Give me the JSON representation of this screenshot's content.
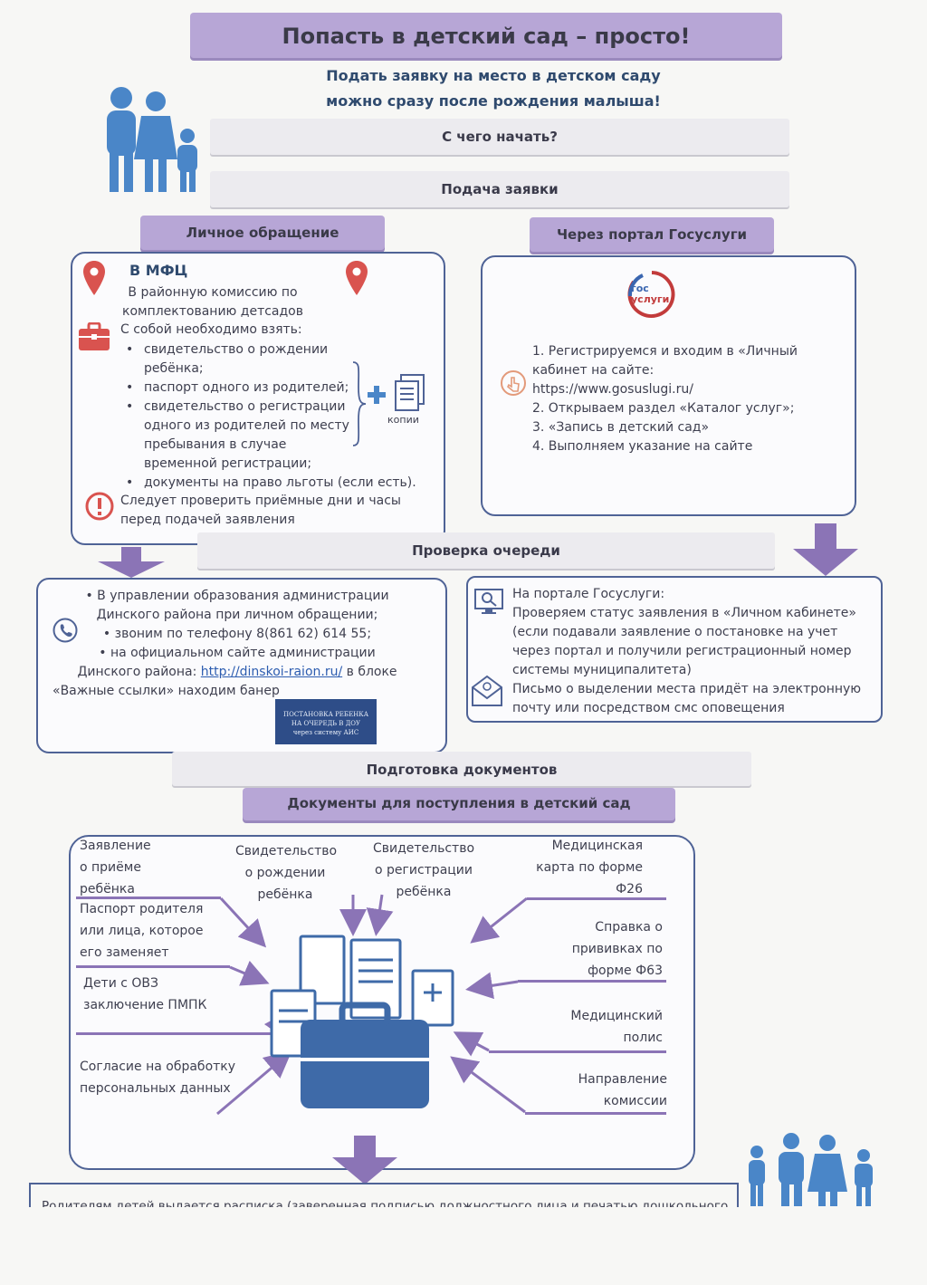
{
  "header": {
    "title": "Попасть в детский сад – просто!",
    "subtitle_line1": "Подать заявку на место в детском саду",
    "subtitle_line2": "можно сразу после рождения малыша!"
  },
  "steps": {
    "start": "С чего начать?",
    "submission": "Подача заявки",
    "queue_check": "Проверка очереди",
    "documents_prep": "Подготовка документов"
  },
  "personal": {
    "heading": "Личное обращение",
    "mfc": "В МФЦ",
    "commission": "В районную комиссию по комплектованию детсадов",
    "bring": "С собой необходимо взять:",
    "items": [
      "свидетельство о рождении ребёнка;",
      "паспорт одного из родителей;",
      "свидетельство о регистрации одного из родителей по месту пребывания в случае временной регистрации;",
      "документы на право льготы (если есть)."
    ],
    "copies": "копии",
    "warning": "Следует проверить приёмные дни и часы перед подачей заявления"
  },
  "portal": {
    "heading": "Через портал Госуслуги",
    "logo_top": "гос",
    "logo_bottom": "услуги",
    "steps": [
      "1. Регистрируемся и входим в «Личный кабинет на сайте:",
      "https://www.gosuslugi.ru/",
      "2. Открываем раздел «Каталог услуг»;",
      "3. «Запись в детский сад»",
      "4. Выполняем указание на сайте"
    ]
  },
  "queue_left": {
    "line1": "• В управлении образования  администрации",
    "line2": "Динского района при личном обращении;",
    "line3": "• звоним по телефону 8(861 62) 614 55;",
    "line4": "• на официальном сайте  администрации",
    "line5_prefix": "Динского района: ",
    "link": "http://dinskoi-raion.ru/",
    "line5_suffix": " в блоке",
    "line6": "«Важные ссылки»  находим банер",
    "banner_line1": "ПОСТАНОВКА РЕБЕНКА",
    "banner_line2": "НА ОЧЕРЕДЬ В ДОУ",
    "banner_line3": "через систему АИС"
  },
  "queue_right": {
    "line1": "На портале Госуслуги:",
    "line2": "Проверяем статус заявления в «Личном кабинете»",
    "line3": "(если подавали заявление о постановке на учет через портал и получили регистрационный номер системы муниципалитета)",
    "line4": "Письмо о выделении места придёт на электронную почту или посредством смс оповещения"
  },
  "documents": {
    "heading": "Документы для поступления в детский сад",
    "left": [
      "Заявление о приёме ребёнка",
      "Паспорт родителя или лица, которое его заменяет",
      "Дети с ОВЗ заключение ПМПК",
      "Согласие на обработку персональных данных"
    ],
    "top": [
      "Свидетельство о рождении ребёнка",
      "Свидетельство о регистрации ребёнка"
    ],
    "right": [
      "Медицинская карта по форме Ф26",
      "Справка о прививках по форме Ф63",
      "Медицинский полис",
      "Направление комиссии"
    ]
  },
  "footer": {
    "text": "Родителям детей выдается расписка (заверенная подписью должностного лица и печатью дошкольного"
  },
  "colors": {
    "banner": "#b7a6d6",
    "box_border": "#4f6396",
    "icon_blue": "#4a86c8",
    "arrow": "#8b74b6",
    "pin_red": "#d9534f"
  }
}
